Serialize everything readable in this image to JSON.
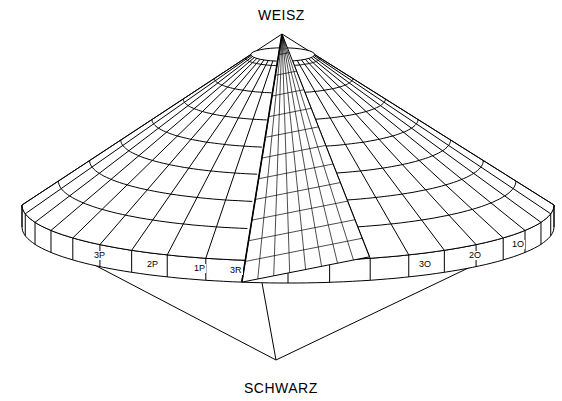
{
  "diagram": {
    "labels": [
      "WEISZ",
      "3P",
      "2P",
      "1P",
      "3R",
      "3O",
      "2O",
      "1O",
      "SCHWARZ"
    ]
  }
}
